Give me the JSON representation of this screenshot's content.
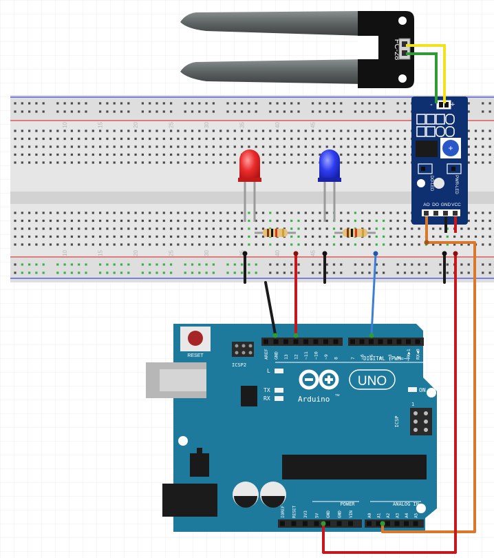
{
  "sensor": {
    "label": "FC-28",
    "module_pins": [
      "AO",
      "DO",
      "GND",
      "VCC"
    ],
    "module_labels": [
      "PWR-LED",
      "DO-LED"
    ],
    "probe_pins": [
      "-",
      "+"
    ]
  },
  "breadboard": {
    "column_numbers": [
      "10",
      "15",
      "20",
      "25",
      "30",
      "35",
      "40",
      "45"
    ]
  },
  "leds": [
    {
      "name": "red-led",
      "color": "#e8262b"
    },
    {
      "name": "blue-led",
      "color": "#2a3cf0"
    }
  ],
  "arduino": {
    "reset_label": "RESET",
    "icsp2_label": "ICSP2",
    "icsp_label": "ICSP",
    "logo_text": "Arduino",
    "logo_tm": "TM",
    "uno_label": "UNO",
    "digital_label": "DIGITAL (PWM=~)",
    "power_label": "POWER",
    "analog_label": "ANALOG IN",
    "on_label": "ON",
    "l_label": "L",
    "tx_label": "TX",
    "rx_label": "RX",
    "icsp_pin1": "1",
    "digital_left_pins": [
      "AREF",
      "GND",
      "13",
      "12",
      "~11",
      "~10",
      "~9",
      "8"
    ],
    "digital_right_pins": [
      "7",
      "~6",
      "~5",
      "4",
      "~3",
      "2",
      "TX▶1",
      "RX◀0"
    ],
    "power_pins": [
      "IOREF",
      "RESET",
      "3V3",
      "5V",
      "GND",
      "GND",
      "VIN"
    ],
    "analog_pins": [
      "A0",
      "A1",
      "A2",
      "A3",
      "A4",
      "A5"
    ]
  },
  "wire_colors": {
    "black": "#1a1a1a",
    "red": "#c8161d",
    "blue": "#3a7fd5",
    "orange": "#d9772a",
    "green": "#2e9b33",
    "yellow": "#f1e21c"
  },
  "colors": {
    "board": "#1e7a9c",
    "module": "#0e2f70"
  }
}
